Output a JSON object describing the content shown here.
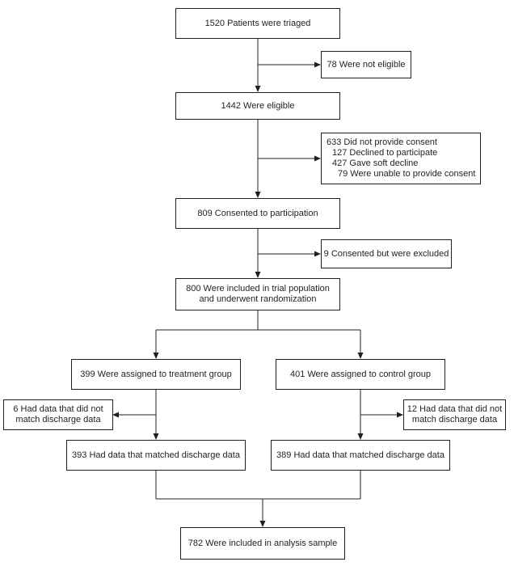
{
  "boxes": {
    "triaged": "1520 Patients were triaged",
    "not_eligible": "78 Were not eligible",
    "eligible": "1442 Were eligible",
    "no_consent": {
      "title": "633 Did not provide consent",
      "declined": "127 Declined to participate",
      "soft_decline": "427 Gave soft decline",
      "unable": "79 Were unable to provide consent"
    },
    "consented": "809 Consented to participation",
    "excluded": "9 Consented but were excluded",
    "randomized": {
      "line1": "800 Were included in trial population",
      "line2": "and underwent randomization"
    },
    "treatment": "399 Were assigned to treatment group",
    "control": "401 Were assigned to control group",
    "treatment_mismatch": {
      "line1": "6 Had data that did not",
      "line2": "match discharge data"
    },
    "control_mismatch": {
      "line1": "12 Had data that did not",
      "line2": "match discharge data"
    },
    "treatment_matched": "393 Had data that matched discharge data",
    "control_matched": "389 Had data that matched discharge data",
    "analysis": "782 Were included in analysis sample"
  }
}
